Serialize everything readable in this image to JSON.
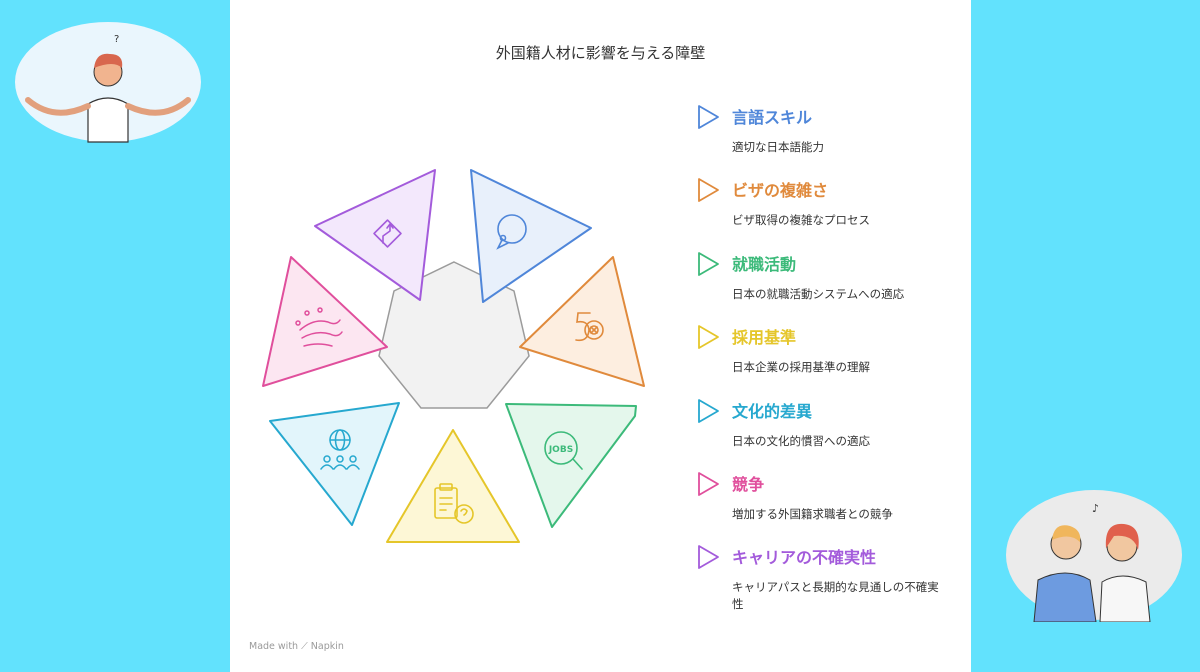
{
  "title": "外国籍人材に影響を与える障壁",
  "footer": {
    "made_with": "Made with",
    "brand": "Napkin"
  },
  "items": [
    {
      "title": "言語スキル",
      "desc": "適切な日本語能力",
      "color": "#4f86d9",
      "fill": "#e8f0fb",
      "icon": "speech-bubble-icon"
    },
    {
      "title": "ビザの複雑さ",
      "desc": "ビザ取得の複雑なプロセス",
      "color": "#e08a3c",
      "fill": "#fdeee0",
      "icon": "visa-stamp-icon"
    },
    {
      "title": "就職活動",
      "desc": "日本の就職活動システムへの適応",
      "color": "#3cba7a",
      "fill": "#e4f7ec",
      "icon": "job-search-icon"
    },
    {
      "title": "採用基準",
      "desc": "日本企業の採用基準の理解",
      "color": "#e5c62a",
      "fill": "#fdf7d6",
      "icon": "clipboard-question-icon"
    },
    {
      "title": "文化的差異",
      "desc": "日本の文化的慣習への適応",
      "color": "#26a8cf",
      "fill": "#e2f5fb",
      "icon": "globe-people-icon"
    },
    {
      "title": "競争",
      "desc": "増加する外国籍求職者との競争",
      "color": "#e04f9c",
      "fill": "#fce6f1",
      "icon": "competition-hands-icon"
    },
    {
      "title": "キャリアの不確実性",
      "desc": "キャリアパスと長期的な見通しの不確実性",
      "color": "#a35bdb",
      "fill": "#f3e8fc",
      "icon": "winding-road-icon"
    }
  ]
}
